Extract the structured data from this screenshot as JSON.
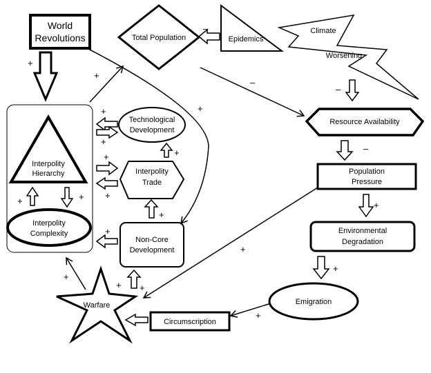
{
  "nodes": {
    "world_revolutions": [
      "World",
      "Revolutions"
    ],
    "total_population": [
      "Total Population"
    ],
    "epidemics": [
      "Epidemics"
    ],
    "climate_worsening": [
      "Climate",
      "Worsening"
    ],
    "resource_availability": [
      "Resource Availability"
    ],
    "population_pressure": [
      "Population",
      "Pressure"
    ],
    "environmental_degradation": [
      "Environmental",
      "Degradation"
    ],
    "emigration": [
      "Emigration"
    ],
    "circumscription": [
      "Circumscription"
    ],
    "warfare": [
      "Warfare"
    ],
    "non_core_development": [
      "Non-Core",
      "Development"
    ],
    "interpolity_trade": [
      "Interpolity",
      "Trade"
    ],
    "technological_development": [
      "Technological",
      "Development"
    ],
    "interpolity_hierarchy": [
      "Interpolity",
      "Hierarchy"
    ],
    "interpolity_complexity": [
      "Interpolity",
      "Complexity"
    ]
  },
  "signs": {
    "plus": "+",
    "minus": "–"
  }
}
